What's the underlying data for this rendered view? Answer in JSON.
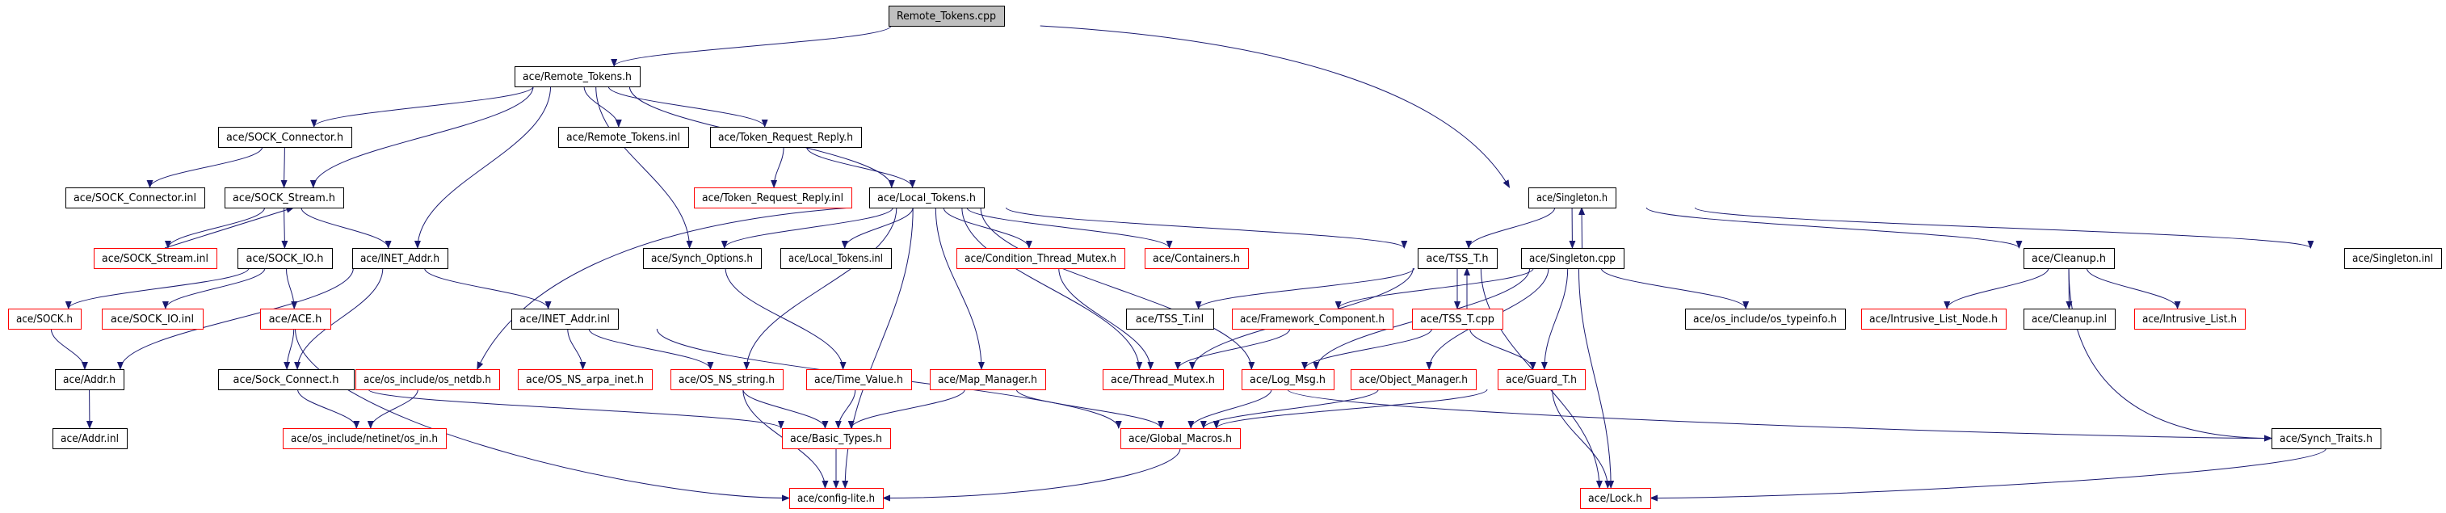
{
  "title": "Remote_Tokens.cpp include dependency graph",
  "colors": {
    "edge": "#191970",
    "root_fill": "#bfbfbf",
    "node_fill": "#ffffff",
    "documented_border": "#000000",
    "undocumented_border": "#ff0000"
  },
  "nodes": {
    "rt_cpp": {
      "label": "Remote_Tokens.cpp",
      "root": true,
      "documented": true
    },
    "rt_h": {
      "label": "ace/Remote_Tokens.h",
      "documented": true
    },
    "sockconn_h": {
      "label": "ace/SOCK_Connector.h",
      "documented": true
    },
    "rt_inl": {
      "label": "ace/Remote_Tokens.inl",
      "documented": true
    },
    "trr_h": {
      "label": "ace/Token_Request_Reply.h",
      "documented": true
    },
    "sockconn_inl": {
      "label": "ace/SOCK_Connector.inl",
      "documented": true
    },
    "sockstream_h": {
      "label": "ace/SOCK_Stream.h",
      "documented": true
    },
    "trr_inl": {
      "label": "ace/Token_Request_Reply.inl",
      "documented": false
    },
    "lt_h": {
      "label": "ace/Local_Tokens.h",
      "documented": true
    },
    "singleton_h": {
      "label": "ace/Singleton.h",
      "documented": true
    },
    "sockstream_inl": {
      "label": "ace/SOCK_Stream.inl",
      "documented": false
    },
    "sockio_h": {
      "label": "ace/SOCK_IO.h",
      "documented": true
    },
    "inetaddr_h": {
      "label": "ace/INET_Addr.h",
      "documented": true
    },
    "synchopt_h": {
      "label": "ace/Synch_Options.h",
      "documented": true
    },
    "lt_inl": {
      "label": "ace/Local_Tokens.inl",
      "documented": true
    },
    "ctm_h": {
      "label": "ace/Condition_Thread_Mutex.h",
      "documented": false
    },
    "containers_h": {
      "label": "ace/Containers.h",
      "documented": false
    },
    "tss_h": {
      "label": "ace/TSS_T.h",
      "documented": true
    },
    "singleton_cpp": {
      "label": "ace/Singleton.cpp",
      "documented": true
    },
    "cleanup_h": {
      "label": "ace/Cleanup.h",
      "documented": true
    },
    "singleton_inl": {
      "label": "ace/Singleton.inl",
      "documented": true
    },
    "sock_h": {
      "label": "ace/SOCK.h",
      "documented": false
    },
    "sockio_inl": {
      "label": "ace/SOCK_IO.inl",
      "documented": false
    },
    "ace_h": {
      "label": "ace/ACE.h",
      "documented": false
    },
    "inetaddr_inl": {
      "label": "ace/INET_Addr.inl",
      "documented": true
    },
    "tss_inl": {
      "label": "ace/TSS_T.inl",
      "documented": true
    },
    "fwcomp_h": {
      "label": "ace/Framework_Component.h",
      "documented": false
    },
    "tss_cpp": {
      "label": "ace/TSS_T.cpp",
      "documented": false
    },
    "typeinfo_h": {
      "label": "ace/os_include/os_typeinfo.h",
      "documented": true
    },
    "iln_h": {
      "label": "ace/Intrusive_List_Node.h",
      "documented": false
    },
    "cleanup_inl": {
      "label": "ace/Cleanup.inl",
      "documented": true
    },
    "il_h": {
      "label": "ace/Intrusive_List.h",
      "documented": false
    },
    "addr_h": {
      "label": "ace/Addr.h",
      "documented": true
    },
    "sockconnect_h": {
      "label": "ace/Sock_Connect.h",
      "documented": true
    },
    "netdb_h": {
      "label": "ace/os_include/os_netdb.h",
      "documented": false
    },
    "arpainet_h": {
      "label": "ace/OS_NS_arpa_inet.h",
      "documented": false
    },
    "osnsstring_h": {
      "label": "ace/OS_NS_string.h",
      "documented": false
    },
    "timevalue_h": {
      "label": "ace/Time_Value.h",
      "documented": false
    },
    "mapmgr_h": {
      "label": "ace/Map_Manager.h",
      "documented": false
    },
    "threadmutex_h": {
      "label": "ace/Thread_Mutex.h",
      "documented": false
    },
    "logmsg_h": {
      "label": "ace/Log_Msg.h",
      "documented": false
    },
    "objmgr_h": {
      "label": "ace/Object_Manager.h",
      "documented": false
    },
    "guard_h": {
      "label": "ace/Guard_T.h",
      "documented": false
    },
    "addr_inl": {
      "label": "ace/Addr.inl",
      "documented": true
    },
    "osin_h": {
      "label": "ace/os_include/netinet/os_in.h",
      "documented": false
    },
    "basictypes_h": {
      "label": "ace/Basic_Types.h",
      "documented": false
    },
    "globalmacros_h": {
      "label": "ace/Global_Macros.h",
      "documented": false
    },
    "synchtraits_h": {
      "label": "ace/Synch_Traits.h",
      "documented": true
    },
    "configlite_h": {
      "label": "ace/config-lite.h",
      "documented": false
    },
    "lock_h": {
      "label": "ace/Lock.h",
      "documented": false
    }
  },
  "edges": [
    [
      "rt_cpp",
      "rt_h"
    ],
    [
      "rt_cpp",
      "singleton_h"
    ],
    [
      "rt_h",
      "sockconn_h"
    ],
    [
      "rt_h",
      "sockstream_h"
    ],
    [
      "rt_h",
      "inetaddr_h"
    ],
    [
      "rt_h",
      "synchopt_h"
    ],
    [
      "rt_h",
      "rt_inl"
    ],
    [
      "rt_h",
      "trr_h"
    ],
    [
      "rt_h",
      "lt_h"
    ],
    [
      "sockconn_h",
      "sockconn_inl"
    ],
    [
      "sockconn_h",
      "sockstream_h"
    ],
    [
      "sockstream_h",
      "sockstream_inl"
    ],
    [
      "sockstream_h",
      "sockio_h"
    ],
    [
      "sockstream_h",
      "inetaddr_h"
    ],
    [
      "sockstream_inl",
      "sockstream_h"
    ],
    [
      "sockio_h",
      "sock_h"
    ],
    [
      "sockio_h",
      "sockio_inl"
    ],
    [
      "sockio_h",
      "ace_h"
    ],
    [
      "inetaddr_h",
      "addr_h"
    ],
    [
      "inetaddr_h",
      "sockconnect_h"
    ],
    [
      "inetaddr_h",
      "inetaddr_inl"
    ],
    [
      "sock_h",
      "addr_h"
    ],
    [
      "ace_h",
      "sockconnect_h"
    ],
    [
      "ace_h",
      "configlite_h"
    ],
    [
      "addr_h",
      "addr_inl"
    ],
    [
      "sockconnect_h",
      "osin_h"
    ],
    [
      "sockconnect_h",
      "basictypes_h"
    ],
    [
      "netdb_h",
      "osin_h"
    ],
    [
      "inetaddr_inl",
      "arpainet_h"
    ],
    [
      "inetaddr_inl",
      "osnsstring_h"
    ],
    [
      "inetaddr_inl",
      "globalmacros_h"
    ],
    [
      "trr_h",
      "trr_inl"
    ],
    [
      "trr_h",
      "lt_h"
    ],
    [
      "lt_h",
      "synchopt_h"
    ],
    [
      "lt_h",
      "lt_inl"
    ],
    [
      "lt_h",
      "netdb_h"
    ],
    [
      "lt_h",
      "osnsstring_h"
    ],
    [
      "lt_h",
      "mapmgr_h"
    ],
    [
      "lt_h",
      "ctm_h"
    ],
    [
      "lt_h",
      "containers_h"
    ],
    [
      "lt_h",
      "tss_h"
    ],
    [
      "lt_h",
      "threadmutex_h"
    ],
    [
      "lt_h",
      "logmsg_h"
    ],
    [
      "lt_h",
      "configlite_h"
    ],
    [
      "synchopt_h",
      "timevalue_h"
    ],
    [
      "ctm_h",
      "threadmutex_h"
    ],
    [
      "mapmgr_h",
      "basictypes_h"
    ],
    [
      "mapmgr_h",
      "globalmacros_h"
    ],
    [
      "timevalue_h",
      "basictypes_h"
    ],
    [
      "osnsstring_h",
      "basictypes_h"
    ],
    [
      "osnsstring_h",
      "configlite_h"
    ],
    [
      "basictypes_h",
      "configlite_h"
    ],
    [
      "globalmacros_h",
      "configlite_h"
    ],
    [
      "tss_h",
      "tss_inl"
    ],
    [
      "tss_h",
      "tss_cpp"
    ],
    [
      "tss_h",
      "threadmutex_h"
    ],
    [
      "tss_h",
      "lock_h"
    ],
    [
      "singleton_h",
      "tss_h"
    ],
    [
      "singleton_h",
      "singleton_cpp"
    ],
    [
      "singleton_h",
      "cleanup_h"
    ],
    [
      "singleton_h",
      "singleton_inl"
    ],
    [
      "singleton_cpp",
      "singleton_h"
    ],
    [
      "singleton_cpp",
      "fwcomp_h"
    ],
    [
      "singleton_cpp",
      "typeinfo_h"
    ],
    [
      "singleton_cpp",
      "logmsg_h"
    ],
    [
      "singleton_cpp",
      "objmgr_h"
    ],
    [
      "singleton_cpp",
      "guard_h"
    ],
    [
      "singleton_cpp",
      "lock_h"
    ],
    [
      "tss_cpp",
      "tss_h"
    ],
    [
      "tss_cpp",
      "logmsg_h"
    ],
    [
      "tss_cpp",
      "guard_h"
    ],
    [
      "fwcomp_h",
      "threadmutex_h"
    ],
    [
      "logmsg_h",
      "globalmacros_h"
    ],
    [
      "logmsg_h",
      "synchtraits_h"
    ],
    [
      "objmgr_h",
      "globalmacros_h"
    ],
    [
      "guard_h",
      "globalmacros_h"
    ],
    [
      "guard_h",
      "lock_h"
    ],
    [
      "cleanup_h",
      "iln_h"
    ],
    [
      "cleanup_h",
      "cleanup_inl"
    ],
    [
      "cleanup_h",
      "il_h"
    ],
    [
      "cleanup_h",
      "synchtraits_h"
    ],
    [
      "synchtraits_h",
      "lock_h"
    ]
  ]
}
